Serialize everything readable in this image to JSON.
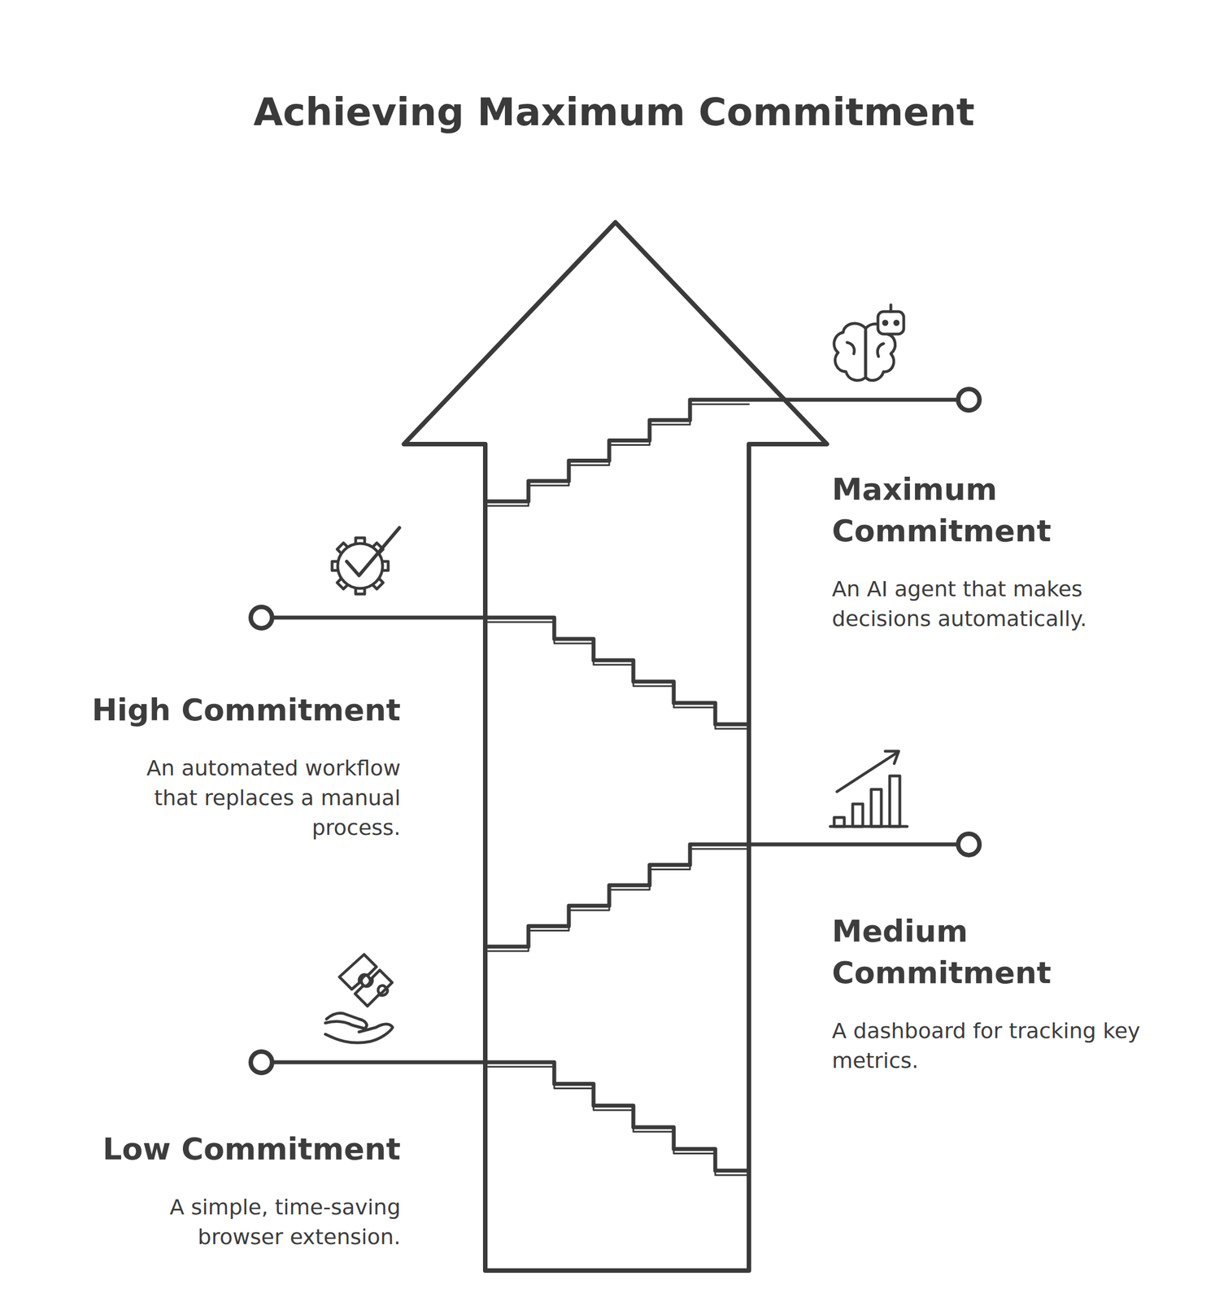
{
  "diagram": {
    "title": "Achieving Maximum Commitment",
    "nodes": [
      {
        "text": [
          "Maximum Commitment",
          "An AI agent that makes decisions automatically."
        ]
      },
      {
        "text": [
          "High Commitment",
          "An automated workflow that replaces a manual process."
        ]
      },
      {
        "text": [
          "Medium Commitment",
          "A dashboard for tracking key metrics."
        ]
      },
      {
        "text": [
          "Low Commitment",
          "A simple, time-saving browser extension."
        ]
      }
    ]
  }
}
